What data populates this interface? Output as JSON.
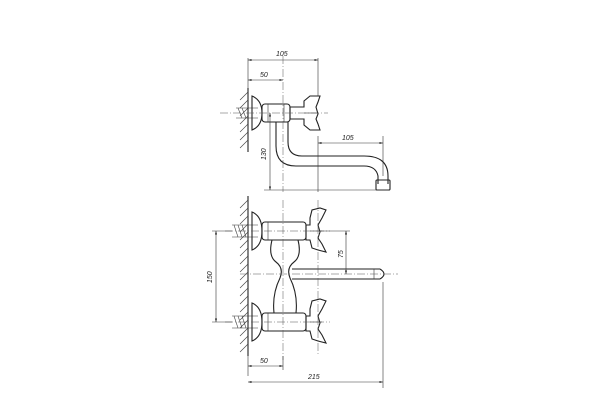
{
  "drawing": {
    "top_view": {
      "overall_width": "105",
      "flange_offset": "50",
      "spout_reach": "105",
      "spout_height": "130"
    },
    "front_view": {
      "valve_spacing": "150",
      "spout_height": "75",
      "flange_offset": "50",
      "overall_width": "215"
    }
  }
}
